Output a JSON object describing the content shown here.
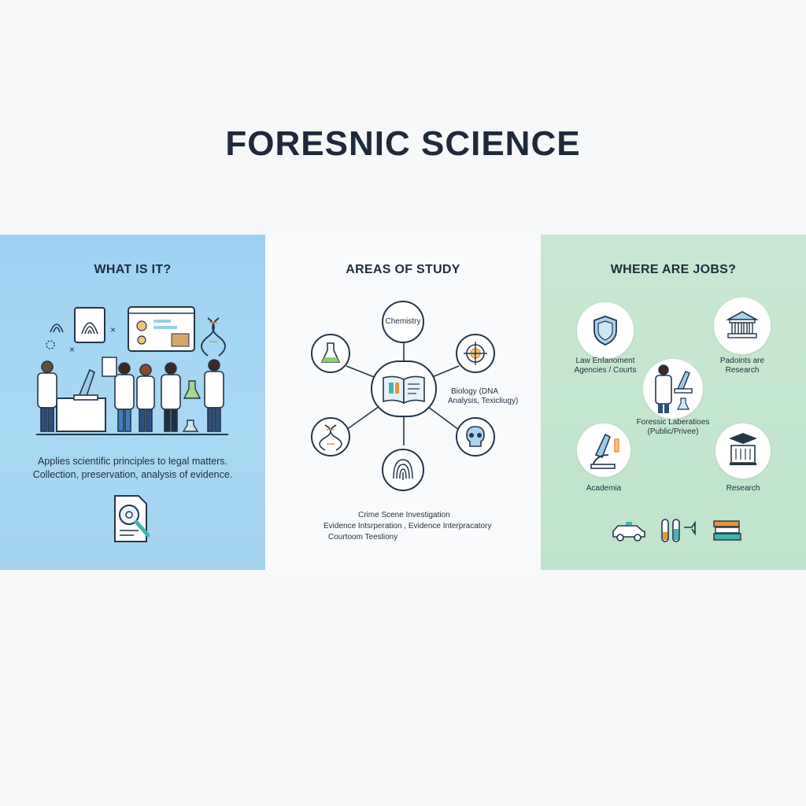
{
  "title": "FORESNIC SCIENCE",
  "left": {
    "heading": "WHAT IS IT?",
    "line1": "Applies scientific principles to legal matters.",
    "line2": "Collection, preservation, analysis of evidence."
  },
  "middle": {
    "heading": "AREAS OF STUDY",
    "chemistry": "Chemistry",
    "biology1": "Biology (DNA",
    "biology2": "Analysis, Texicliugy)",
    "list1": "Crime Scene Investigation",
    "list2": "Evidence Intsrperation ,  Evidence Interpracatory",
    "list3": "Courtoom Teesliony"
  },
  "right": {
    "heading": "WHERE ARE JOBS?",
    "law1": "Law Enfanoment",
    "law2": "Agencies / Courts",
    "pat1": "Padoints are",
    "pat2": "Research",
    "lab1": "Foressic Laberatioes",
    "lab2": "(Public/Privee)",
    "academia": "Academia",
    "research": "Research"
  },
  "colors": {
    "left_bg": "#a4d3f0",
    "right_bg": "#c4e5ce",
    "accent_teal": "#3fb5b0",
    "accent_orange": "#e8953a",
    "dark": "#24374a"
  },
  "icons": [
    "fingerprint-icon",
    "dna-icon",
    "lab-scientists-icon",
    "magnifier-document-icon",
    "flask-icon",
    "target-icon",
    "book-icon",
    "skull-icon",
    "fingerprint-icon",
    "police-badge-icon",
    "courthouse-icon",
    "microscope-icon",
    "graduation-building-icon",
    "car-icon",
    "test-tubes-icon",
    "books-icon"
  ]
}
